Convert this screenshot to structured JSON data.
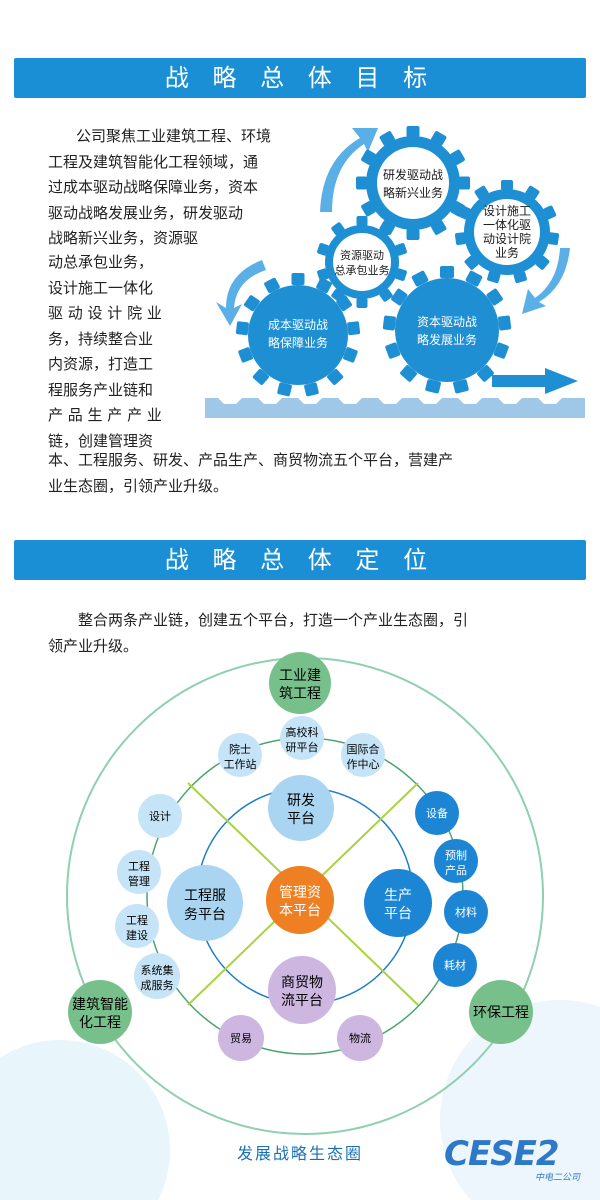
{
  "section1": {
    "title": "战 略 总 体 目 标",
    "paragraph_lines": [
      "公司聚焦工业建筑工程、环境",
      "工程及建筑智能化工程领域，通",
      "过成本驱动战略保障业务，资本",
      "驱动战略发展业务，研发驱动",
      "战略新兴业务，资源驱",
      "动总承包业务，",
      "设计施工一体化",
      "驱 动 设 计 院 业",
      "务，持续整合业",
      "内资源，打造工",
      "程服务产业链和",
      "产 品 生 产 产 业",
      "链，创建管理资",
      "本、工程服务、研发、产品生产、商贸物流五个平台，营建产",
      "业生态圈，引领产业升级。"
    ],
    "gears": {
      "rd": [
        "研发驱动战",
        "略新兴业务"
      ],
      "design": [
        "设计施工",
        "一体化驱",
        "动设计院",
        "业务"
      ],
      "resource": [
        "资源驱动",
        "总承包业务"
      ],
      "cost": [
        "成本驱动战",
        "略保障业务"
      ],
      "capital": [
        "资本驱动战",
        "略发展业务"
      ]
    }
  },
  "section2": {
    "title": "战 略 总 体 定 位",
    "paragraph_lines": [
      "整合两条产业链，创建五个平台，打造一个产业生态圈，引",
      "领产业升级。"
    ],
    "center": [
      "管理资",
      "本平台"
    ],
    "platforms": {
      "rd": [
        "研发",
        "平台"
      ],
      "engineering": [
        "工程服",
        "务平台"
      ],
      "production": [
        "生产",
        "平台"
      ],
      "trade": [
        "商贸物",
        "流平台"
      ]
    },
    "corners": {
      "industrial": [
        "工业建",
        "筑工程"
      ],
      "intelligent": [
        "建筑智能",
        "化工程"
      ],
      "environmental": [
        "环保工程"
      ]
    },
    "nodes": {
      "academician": [
        "院士",
        "工作站"
      ],
      "university": [
        "高校科",
        "研平台"
      ],
      "international": [
        "国际合",
        "作中心"
      ],
      "design": [
        "设计"
      ],
      "eng_mgmt": [
        "工程",
        "管理"
      ],
      "eng_build": [
        "工程",
        "建设"
      ],
      "system": [
        "系统集",
        "成服务"
      ],
      "equipment": [
        "设备"
      ],
      "prefab": [
        "预制",
        "产品"
      ],
      "material": [
        "材料"
      ],
      "consumable": [
        "耗材"
      ],
      "trade": [
        "贸易"
      ],
      "logistics": [
        "物流"
      ]
    },
    "caption": "发展战略生态圈"
  },
  "logo": {
    "text": "CESE2",
    "subtext": "中电二公司"
  },
  "colors": {
    "banner": "#1b8fd6",
    "gear": "#1f8fd4",
    "center": "#ee7f22",
    "platform": "#a9d5f2",
    "node": "#c6e4f7",
    "corner": "#78c08b",
    "trade_nodes": "#cdb6df",
    "production_nodes": "#1d86d4",
    "ring_outer": "#8fd0ae",
    "ring_mid": "#4aa36e",
    "ring_inner": "#1d7ec9"
  }
}
